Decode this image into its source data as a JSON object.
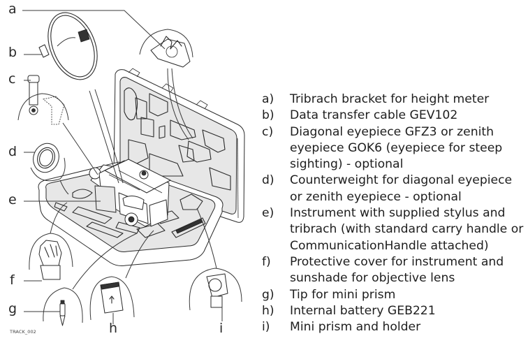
{
  "figure": {
    "id_label": "TRACK_002",
    "callouts": [
      "a",
      "b",
      "c",
      "d",
      "e",
      "f",
      "g",
      "h",
      "i"
    ]
  },
  "legend": [
    {
      "key": "a)",
      "text": "Tribrach bracket for height meter"
    },
    {
      "key": "b)",
      "text": "Data transfer cable GEV102"
    },
    {
      "key": "c)",
      "text": "Diagonal eyepiece GFZ3 or zenith\neyepiece GOK6 (eyepiece for steep\nsighting) - optional"
    },
    {
      "key": "d)",
      "text": "Counterweight for diagonal eyepiece\nor zenith eyepiece - optional"
    },
    {
      "key": "e)",
      "text": "Instrument with supplied stylus and\ntribrach (with standard carry handle or\nCommunicationHandle attached)"
    },
    {
      "key": "f)",
      "text": "Protective cover for instrument and\nsunshade for objective lens"
    },
    {
      "key": "g)",
      "text": "Tip for mini prism"
    },
    {
      "key": "h)",
      "text": "Internal battery GEB221"
    },
    {
      "key": "i)",
      "text": "Mini prism and holder"
    }
  ]
}
